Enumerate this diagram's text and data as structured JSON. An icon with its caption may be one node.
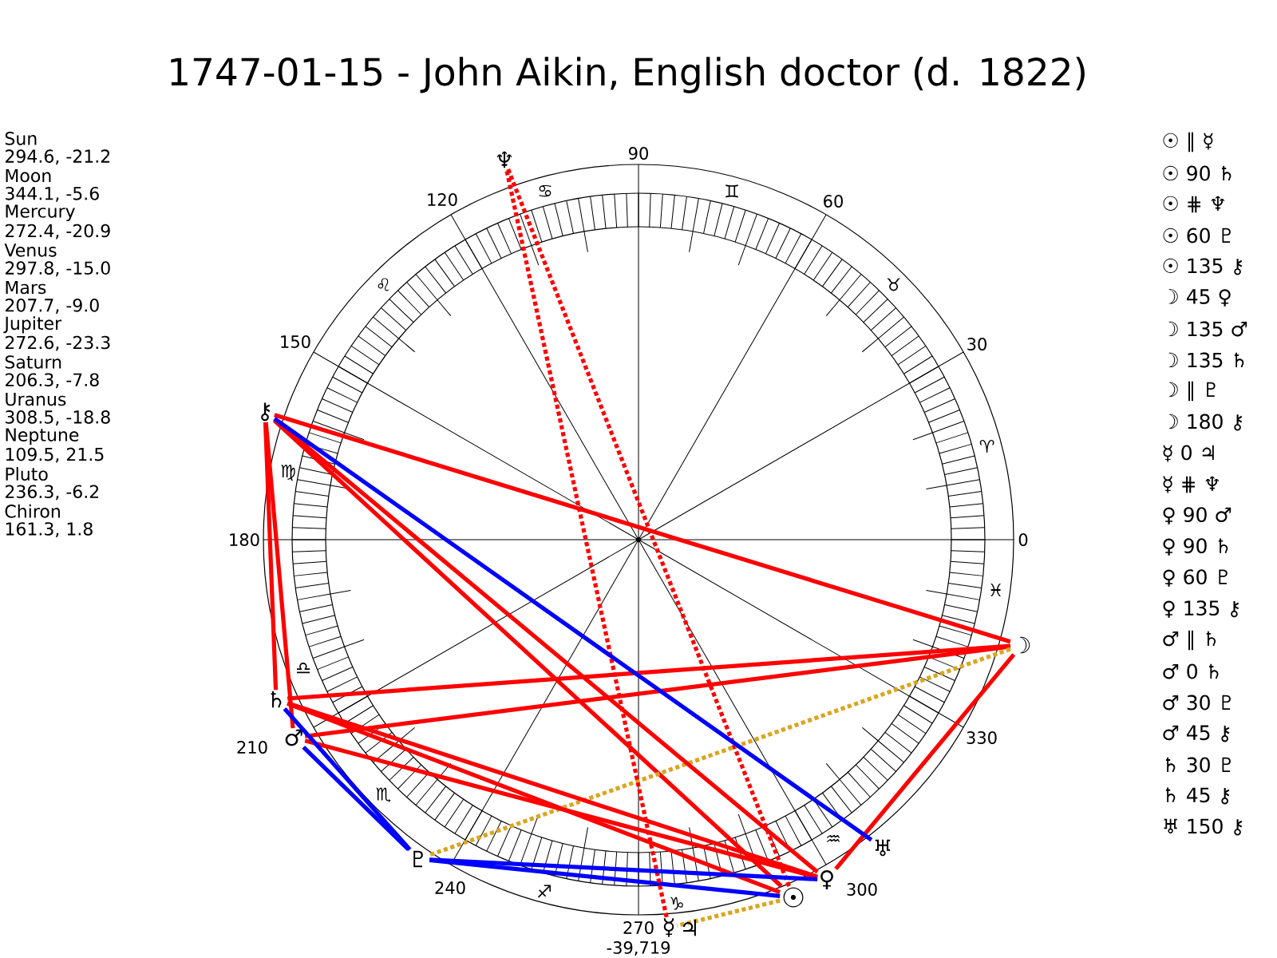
{
  "diagram": {
    "title": "1747-01-15 - John Aikin, English doctor (d. 1822)",
    "nodes": [
      {
        "text": [
          "♆"
        ]
      },
      {
        "text": [
          "⚷"
        ]
      },
      {
        "text": [
          "☽"
        ]
      },
      {
        "text": [
          "♄"
        ]
      },
      {
        "text": [
          "♂"
        ]
      },
      {
        "text": [
          "♅"
        ]
      },
      {
        "text": [
          "♇"
        ]
      },
      {
        "text": [
          "♀"
        ]
      },
      {
        "text": [
          "☉"
        ]
      },
      {
        "text": [
          "☿"
        ]
      }
    ],
    "edges": [
      {
        "from": 8,
        "to": 9,
        "arrow": "none",
        "style": "dashed",
        "color": "#daa520"
      },
      {
        "from": 8,
        "to": 3,
        "arrow": "none"
      },
      {
        "from": 8,
        "to": 0,
        "arrow": "none",
        "style": "dashed"
      },
      {
        "from": 8,
        "to": 6,
        "arrow": "none",
        "color": "#0000ff"
      },
      {
        "from": 8,
        "to": 1,
        "arrow": "none"
      },
      {
        "from": 2,
        "to": 7,
        "arrow": "none"
      },
      {
        "from": 2,
        "to": 4,
        "arrow": "none"
      },
      {
        "from": 2,
        "to": 3,
        "arrow": "none"
      },
      {
        "from": 2,
        "to": 6,
        "arrow": "none",
        "style": "dashed",
        "color": "#daa520"
      },
      {
        "from": 2,
        "to": 1,
        "arrow": "none"
      },
      {
        "from": 9,
        "to": 0,
        "arrow": "none",
        "style": "dashed"
      },
      {
        "from": 7,
        "to": 4,
        "arrow": "none"
      },
      {
        "from": 7,
        "to": 3,
        "arrow": "none"
      },
      {
        "from": 7,
        "to": 6,
        "arrow": "none",
        "color": "#0000ff"
      },
      {
        "from": 7,
        "to": 1,
        "arrow": "none"
      },
      {
        "from": 4,
        "to": 6,
        "arrow": "none",
        "color": "#0000ff"
      },
      {
        "from": 4,
        "to": 1,
        "arrow": "none"
      },
      {
        "from": 3,
        "to": 6,
        "arrow": "none",
        "color": "#0000ff"
      },
      {
        "from": 3,
        "to": 1,
        "arrow": "none"
      },
      {
        "from": 5,
        "to": 1,
        "arrow": "none",
        "color": "#0000ff"
      }
    ],
    "labels": [
      "Sun",
      "294.6, -21.2",
      "Moon",
      "344.1, -5.6",
      "Mercury",
      "272.4, -20.9",
      "Venus",
      "297.8, -15.0",
      "Mars",
      "207.7, -9.0",
      "Jupiter",
      "272.6, -23.3",
      "Saturn",
      "206.3, -7.8",
      "Uranus",
      "308.5, -18.8",
      "Neptune",
      "109.5, 21.5",
      "Pluto",
      "236.3, -6.2",
      "Chiron",
      "161.3, 1.8",
      "☉ ∥ ☿",
      "☉ 90 ♄",
      "☉ ⋕ ♆",
      "☉ 60 ♇",
      "☉ 135 ⚷",
      "☽ 45 ♀",
      "☽ 135 ♂",
      "☽ 135 ♄",
      "☽ ∥ ♇",
      "☽ 180 ⚷",
      "☿ 0 ♃",
      "☿ ⋕ ♆",
      "♀ 90 ♂",
      "♀ 90 ♄",
      "♀ 60 ♇",
      "♀ 135 ⚷",
      "♂ ∥ ♄",
      "♂ 0 ♄",
      "♂ 30 ♇",
      "♂ 45 ⚷",
      "♄ 30 ♇",
      "♄ 45 ⚷",
      "♅ 150 ⚷",
      "90",
      "120",
      "60",
      "150",
      "30",
      "180",
      "0",
      "210",
      "330",
      "240",
      "300",
      "270",
      "♋",
      "♊",
      "♌",
      "♉",
      "♈",
      "♍",
      "♓",
      "♎",
      "♏",
      "♒",
      "♐",
      "♑",
      "♃",
      "-39,719"
    ]
  }
}
